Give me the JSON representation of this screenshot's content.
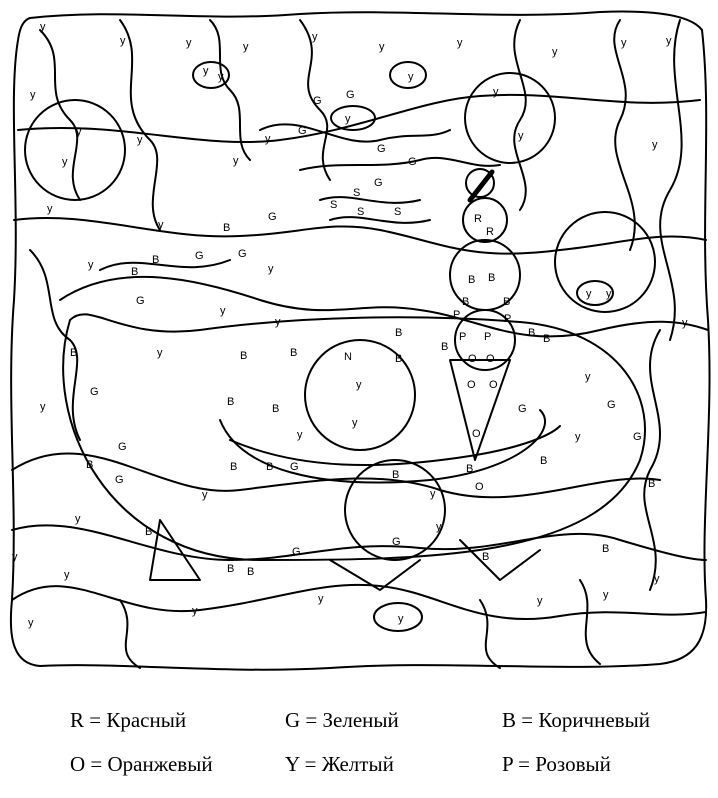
{
  "puzzle": {
    "letters": {
      "R": "R",
      "G": "G",
      "B": "B",
      "O": "O",
      "P": "P",
      "Y": "y",
      "S": "S",
      "N": "N"
    }
  },
  "legend": {
    "items": [
      {
        "code": "R",
        "sep": " = ",
        "name": "Красный"
      },
      {
        "code": "G",
        "sep": " = ",
        "name": "Зеленый"
      },
      {
        "code": "B",
        "sep": " = ",
        "name": "Коричневый"
      },
      {
        "code": "O",
        "sep": " = ",
        "name": "Оранжевый"
      },
      {
        "code": "Y",
        "sep": " = ",
        "name": "Желтый"
      },
      {
        "code": "P",
        "sep": " = ",
        "name": "Розовый"
      }
    ]
  }
}
